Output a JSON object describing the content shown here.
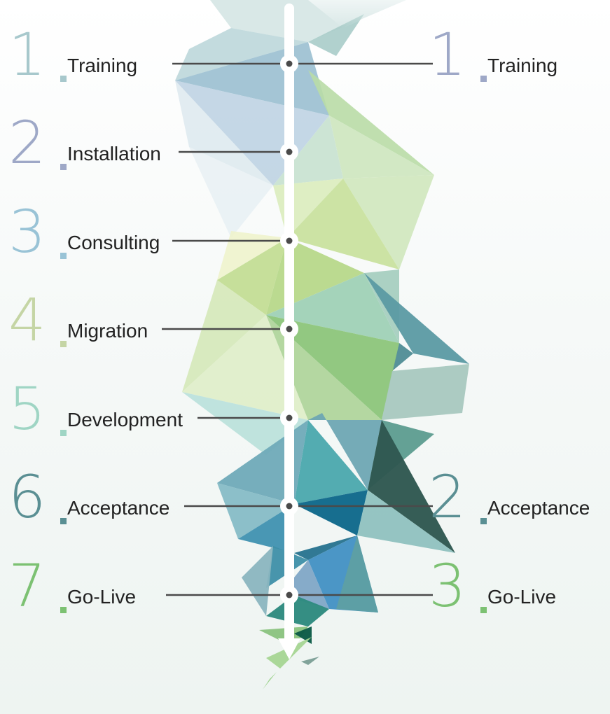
{
  "left_steps": [
    {
      "number": "1",
      "label": "Training",
      "color": "#a7c8cc"
    },
    {
      "number": "2",
      "label": "Installation",
      "color": "#9ea8c7"
    },
    {
      "number": "3",
      "label": "Consulting",
      "color": "#99c3d6"
    },
    {
      "number": "4",
      "label": "Migration",
      "color": "#c5d5a5"
    },
    {
      "number": "5",
      "label": "Development",
      "color": "#9fd5c4"
    },
    {
      "number": "6",
      "label": "Acceptance",
      "color": "#5a8f93"
    },
    {
      "number": "7",
      "label": "Go-Live",
      "color": "#7cc172"
    }
  ],
  "right_steps": [
    {
      "number": "1",
      "label": "Training",
      "color": "#9ea8c7"
    },
    {
      "number": "2",
      "label": "Acceptance",
      "color": "#5a8f93"
    },
    {
      "number": "3",
      "label": "Go-Live",
      "color": "#7cc172"
    }
  ],
  "colors": {
    "arrow": "#ffffff",
    "connector": "#4a4a4a"
  }
}
